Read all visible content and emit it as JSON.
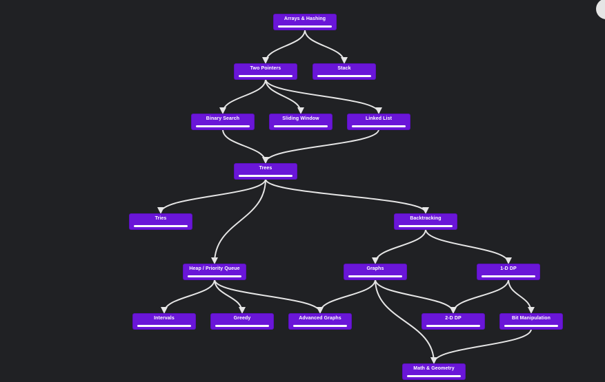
{
  "colors": {
    "background": "#202124",
    "node": "#6a16d8",
    "edge": "#e6e6e6",
    "text": "#ffffff"
  },
  "nodes": {
    "arrays_hashing": "Arrays & Hashing",
    "two_pointers": "Two Pointers",
    "stack": "Stack",
    "binary_search": "Binary Search",
    "sliding_window": "Sliding Window",
    "linked_list": "Linked List",
    "trees": "Trees",
    "tries": "Tries",
    "backtracking": "Backtracking",
    "heap_priority_queue": "Heap / Priority Queue",
    "graphs": "Graphs",
    "one_d_dp": "1-D DP",
    "intervals": "Intervals",
    "greedy": "Greedy",
    "advanced_graphs": "Advanced Graphs",
    "two_d_dp": "2-D DP",
    "bit_manipulation": "Bit Manipulation",
    "math_geometry": "Math & Geometry"
  },
  "edges": [
    [
      "arrays_hashing",
      "two_pointers"
    ],
    [
      "arrays_hashing",
      "stack"
    ],
    [
      "two_pointers",
      "binary_search"
    ],
    [
      "two_pointers",
      "sliding_window"
    ],
    [
      "two_pointers",
      "linked_list"
    ],
    [
      "binary_search",
      "trees"
    ],
    [
      "linked_list",
      "trees"
    ],
    [
      "trees",
      "tries"
    ],
    [
      "trees",
      "heap_priority_queue"
    ],
    [
      "trees",
      "backtracking"
    ],
    [
      "backtracking",
      "graphs"
    ],
    [
      "backtracking",
      "one_d_dp"
    ],
    [
      "heap_priority_queue",
      "intervals"
    ],
    [
      "heap_priority_queue",
      "greedy"
    ],
    [
      "heap_priority_queue",
      "advanced_graphs"
    ],
    [
      "graphs",
      "advanced_graphs"
    ],
    [
      "graphs",
      "two_d_dp"
    ],
    [
      "graphs",
      "math_geometry"
    ],
    [
      "one_d_dp",
      "two_d_dp"
    ],
    [
      "one_d_dp",
      "bit_manipulation"
    ],
    [
      "bit_manipulation",
      "math_geometry"
    ]
  ]
}
